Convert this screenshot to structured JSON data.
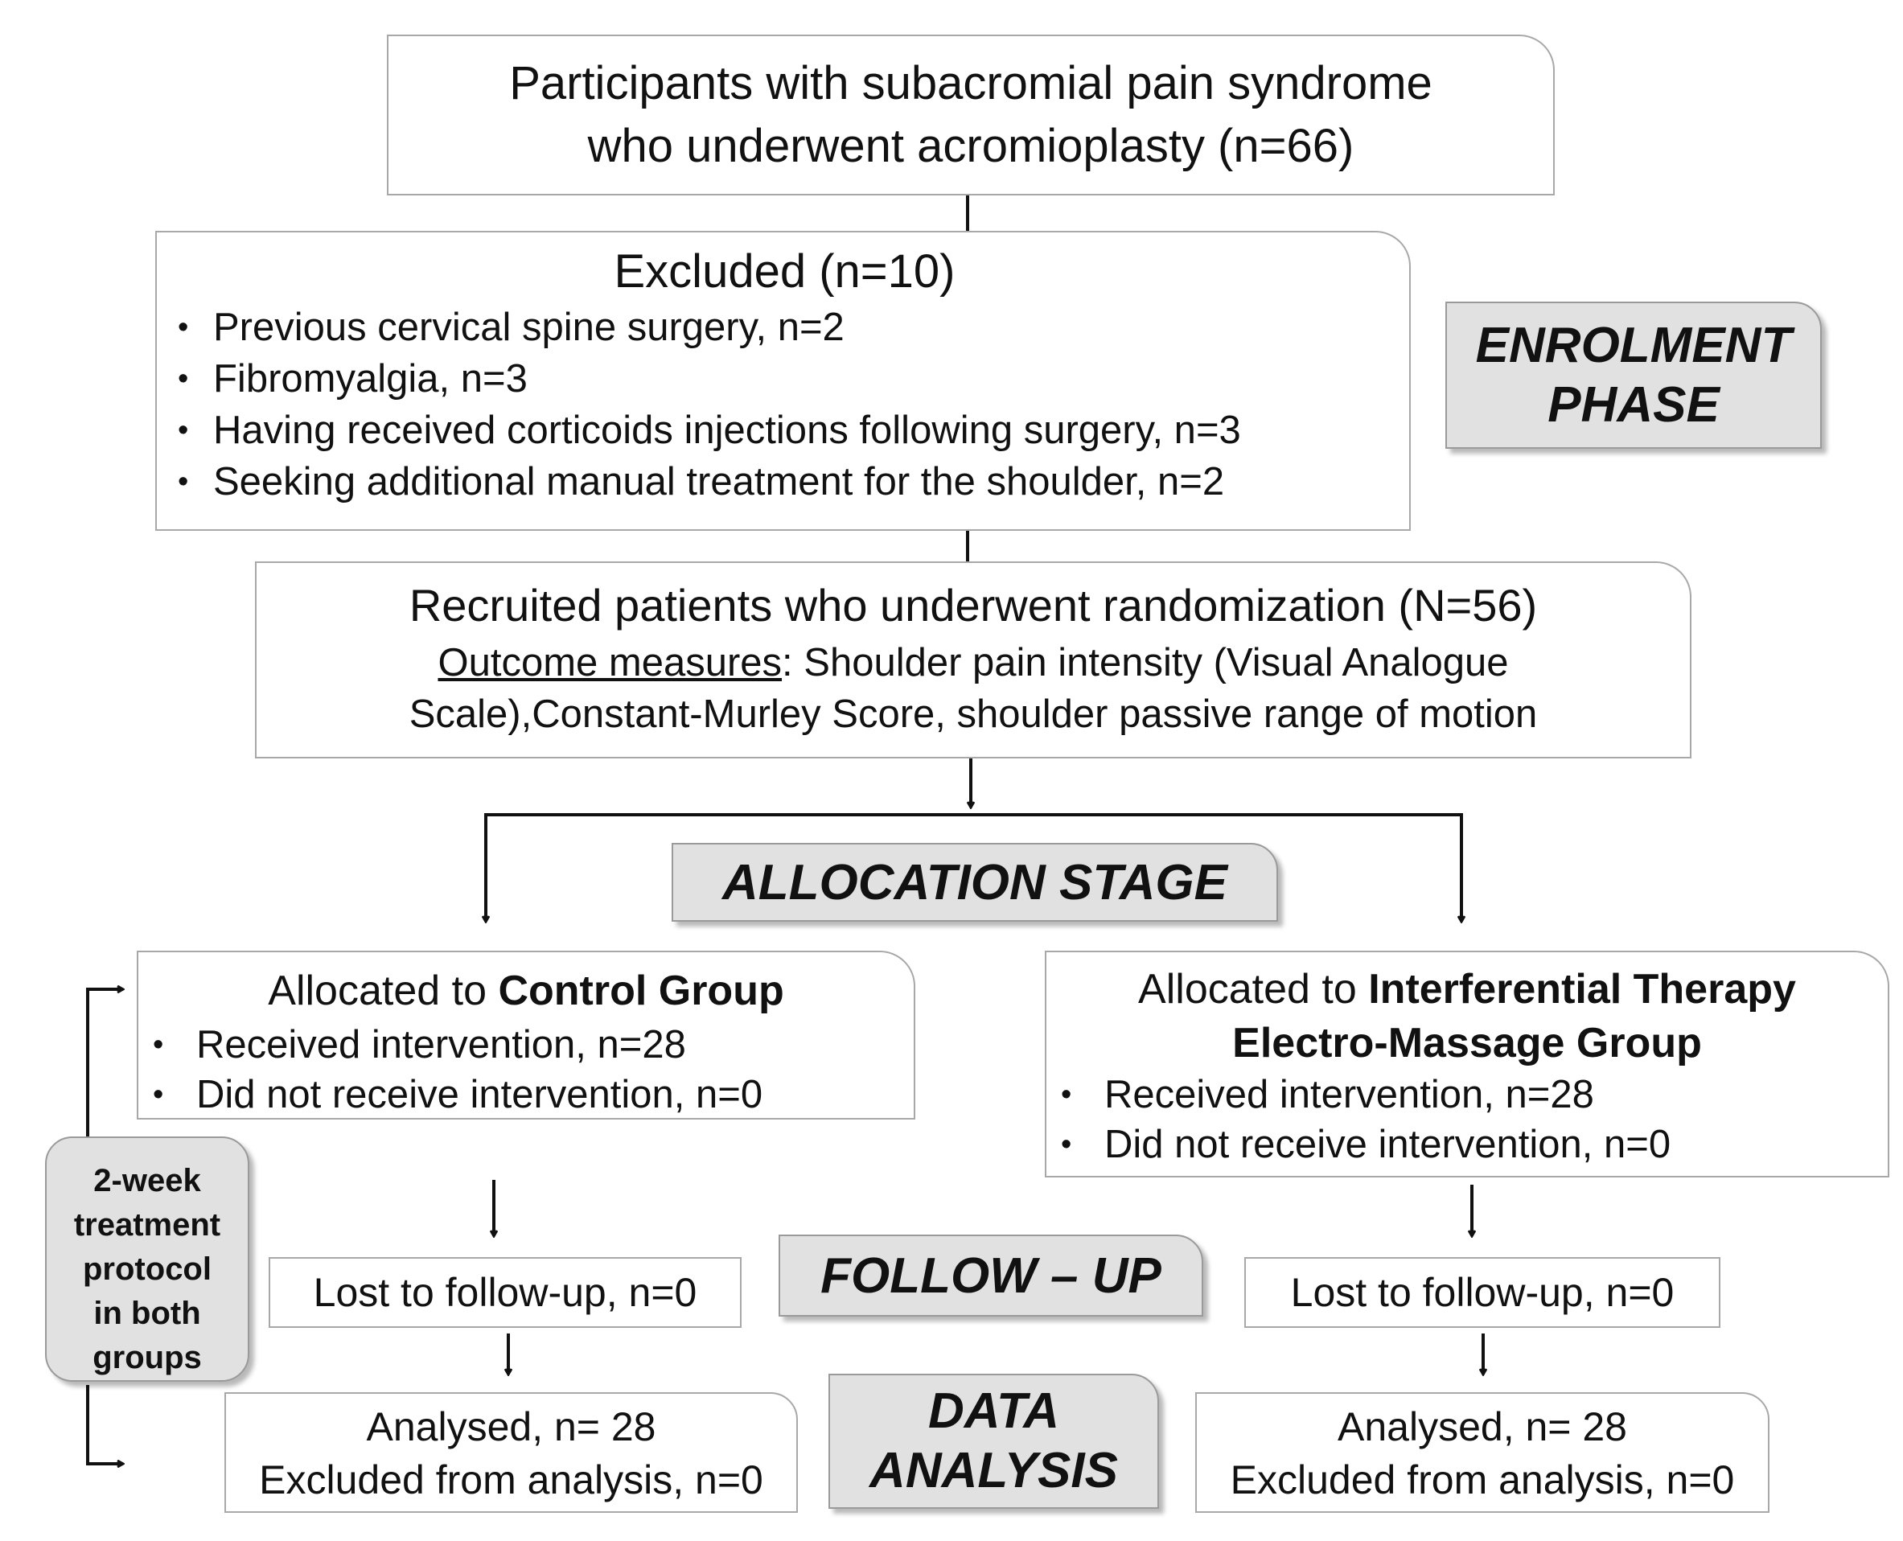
{
  "participants": {
    "line1": "Participants with subacromial pain syndrome",
    "line2": "who underwent acromioplasty (n=66)"
  },
  "excluded": {
    "title": "Excluded (n=10)",
    "items": [
      "Previous cervical spine surgery, n=2",
      "Fibromyalgia, n=3",
      "Having received corticoids injections following surgery, n=3",
      "Seeking additional manual treatment for the shoulder, n=2"
    ]
  },
  "enrolment": {
    "line1": "ENROLMENT",
    "line2": "PHASE"
  },
  "recruited": {
    "title": "Recruited patients who underwent randomization (N=56)",
    "outcome_label": "Outcome measures",
    "outcome_text_1": ": Shoulder pain intensity (Visual Analogue",
    "outcome_text_2": "Scale),Constant-Murley Score, shoulder passive range of motion"
  },
  "allocation": {
    "label": "ALLOCATION STAGE"
  },
  "control": {
    "prefix": "Allocated to ",
    "group": "Control Group",
    "items": [
      "Received intervention, n=28",
      "Did not receive intervention, n=0"
    ]
  },
  "interferential": {
    "prefix": "Allocated to ",
    "group_line1": "Interferential Therapy",
    "group_line2": "Electro-Massage Group",
    "items": [
      "Received intervention, n=28",
      "Did not receive intervention, n=0"
    ]
  },
  "treatment": {
    "lines": [
      "2-week",
      "treatment",
      "protocol",
      "in both",
      "groups"
    ]
  },
  "followup": {
    "label": "FOLLOW – UP",
    "left_lost": "Lost to follow-up, n=0",
    "right_lost": "Lost to follow-up, n=0"
  },
  "analysis": {
    "label_line1": "DATA",
    "label_line2": "ANALYSIS",
    "left_analysed": "Analysed, n= 28",
    "left_excluded": "Excluded from analysis, n=0",
    "right_analysed": "Analysed, n= 28",
    "right_excluded": "Excluded from analysis, n=0"
  },
  "colors": {
    "box_border": "#a8a8a8",
    "label_fill": "#e1e1e1",
    "line": "#111111"
  }
}
